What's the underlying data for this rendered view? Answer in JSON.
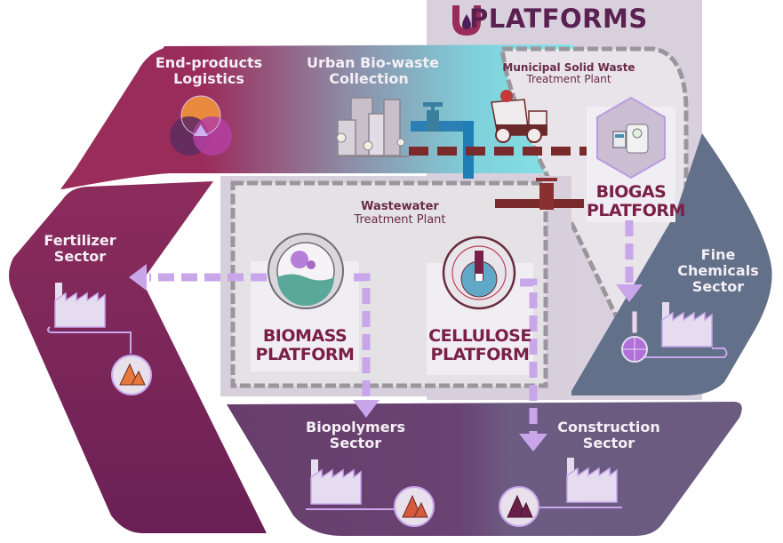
{
  "title": {
    "logo_icon": "u-droplet-logo-icon",
    "text": "PLATFORMS"
  },
  "colors": {
    "logistics_magenta": "#9a2c5c",
    "urban_cyan": "#7fdde2",
    "platforms_panel": "#d9d0de",
    "wastewater_panel": "#e3e1e5",
    "fertilizer_sector": "#862a58",
    "fine_chemicals_sector": "#62708a",
    "biopolymers_sector": "#6a3f6e",
    "construction_sector": "#6c5a80",
    "flow_arrow": "#c9a5ea",
    "pipe_brown": "#7a2a2a",
    "pipe_blue": "#1f7fb5",
    "platform_text": "#7a1f45"
  },
  "regions": {
    "end_products_logistics": {
      "line1": "End-products",
      "line2": "Logistics",
      "icon": "venn-diagram-icon"
    },
    "urban_biowaste": {
      "line1": "Urban Bio-waste",
      "line2": "Collection",
      "icons": [
        "city-buildings-icon",
        "water-valve-pipe-icon"
      ]
    },
    "msw_plant": {
      "line1": "Municipal Solid Waste",
      "line2": "Treatment Plant",
      "icon": "garbage-truck-icon"
    },
    "wastewater_plant": {
      "line1": "Wastewater",
      "line2": "Treatment Plant",
      "icon": "brown-valve-pipe-icon"
    }
  },
  "platforms": {
    "biomass": {
      "line1": "BIOMASS",
      "line2": "PLATFORM",
      "icon": "microorganism-porthole-icon"
    },
    "cellulose": {
      "line1": "CELLULOSE",
      "line2": "PLATFORM",
      "icon": "cellulose-tank-icon"
    },
    "biogas": {
      "line1": "BIOGAS",
      "line2": "PLATFORM",
      "icon": "biogas-digester-icon"
    }
  },
  "sectors": {
    "fertilizer": {
      "line1": "Fertilizer",
      "line2": "Sector",
      "icons": [
        "factory-icon",
        "mountain-pile-icon"
      ]
    },
    "fine_chemicals": {
      "line1": "Fine",
      "line2": "Chemicals",
      "line3": "Sector",
      "icons": [
        "factory-icon",
        "flask-globe-icon"
      ]
    },
    "biopolymers": {
      "line1": "Biopolymers",
      "line2": "Sector",
      "icons": [
        "factory-icon",
        "mountain-pile-icon"
      ]
    },
    "construction": {
      "line1": "Construction",
      "line2": "Sector",
      "icons": [
        "factory-icon",
        "mountain-pile-icon"
      ]
    }
  },
  "flows": [
    {
      "from": "BIOMASS PLATFORM",
      "to": "Fertilizer Sector"
    },
    {
      "from": "BIOMASS PLATFORM",
      "to": "Biopolymers Sector"
    },
    {
      "from": "CELLULOSE PLATFORM",
      "to": "Construction Sector"
    },
    {
      "from": "BIOGAS PLATFORM",
      "to": "Fine Chemicals Sector"
    }
  ]
}
